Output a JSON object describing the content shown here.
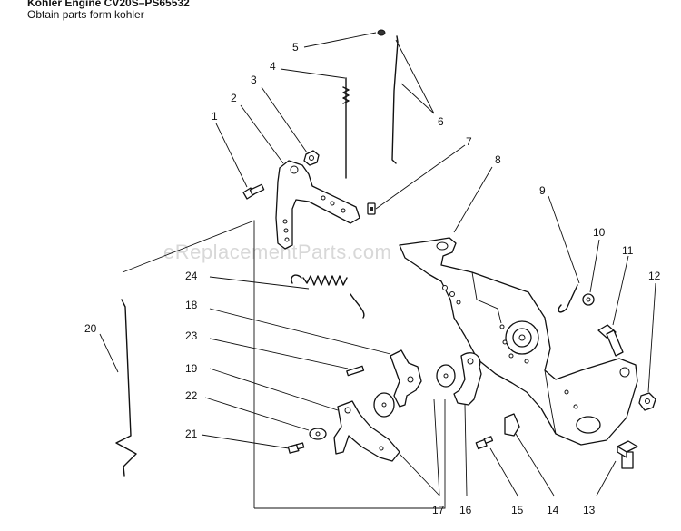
{
  "header": {
    "title": "Kohler Engine CV20S–PS65532",
    "subtitle": "Obtain  parts form kohler"
  },
  "watermark": "eReplacementParts.com",
  "callouts": [
    "1",
    "2",
    "3",
    "4",
    "5",
    "6",
    "7",
    "8",
    "9",
    "10",
    "11",
    "12",
    "13",
    "14",
    "15",
    "16",
    "17",
    "18",
    "19",
    "20",
    "21",
    "22",
    "23",
    "24"
  ]
}
